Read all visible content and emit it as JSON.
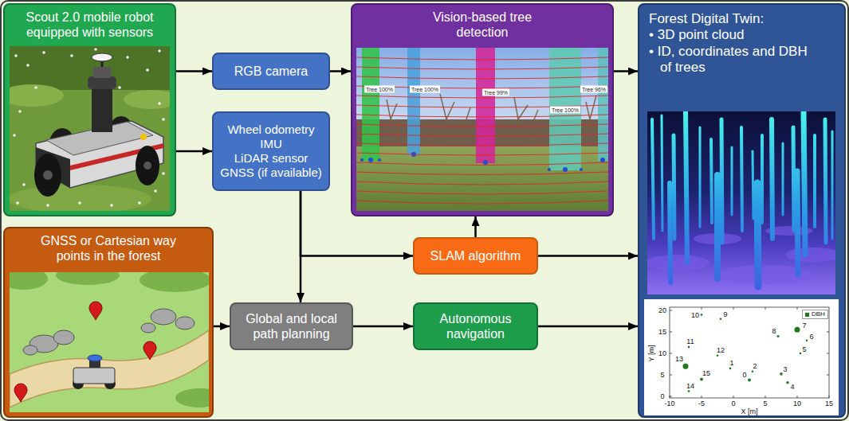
{
  "diagram": {
    "nodes": [
      {
        "text": [
          "Scout 2.0 mobile robot equipped with sensors"
        ]
      },
      {
        "text": [
          "RGB camera"
        ]
      },
      {
        "text": [
          "Vision-based tree detection"
        ]
      },
      {
        "text": [
          "Forest Digital Twin:",
          "• 3D point cloud",
          "• ID, coordinates and DBH of trees"
        ]
      },
      {
        "text": [
          "Wheel odometry",
          "IMU",
          "LiDAR sensor",
          "GNSS (if available)"
        ]
      },
      {
        "text": [
          "GNSS or Cartesian way points in the forest"
        ]
      },
      {
        "text": [
          "SLAM algorithm"
        ]
      },
      {
        "text": [
          "Global and local path planning"
        ]
      },
      {
        "text": [
          "Autonomous navigation"
        ]
      }
    ],
    "edges": [
      {
        "from": 0,
        "to": 1,
        "arrow": "to"
      },
      {
        "from": 0,
        "to": 4,
        "arrow": "to"
      },
      {
        "from": 1,
        "to": 2,
        "arrow": "to"
      },
      {
        "from": 2,
        "to": 3,
        "arrow": "to"
      },
      {
        "from": 4,
        "to": 6,
        "arrow": "to"
      },
      {
        "from": 4,
        "to": 7,
        "arrow": "to"
      },
      {
        "from": 5,
        "to": 7,
        "arrow": "to"
      },
      {
        "from": 6,
        "to": 2,
        "arrow": "to"
      },
      {
        "from": 6,
        "to": 3,
        "arrow": "to"
      },
      {
        "from": 7,
        "to": 8,
        "arrow": "to"
      },
      {
        "from": 8,
        "to": 3,
        "arrow": "to"
      }
    ],
    "labels": [
      "Tree 100%",
      "Tree 100%",
      "Tree 99%",
      "Tree 100%",
      "Tree 96%",
      "0",
      "1",
      "2",
      "3",
      "4",
      "5",
      "6",
      "7",
      "8",
      "9",
      "10",
      "11",
      "12",
      "13",
      "14",
      "15",
      "0",
      "5",
      "10",
      "15",
      "20",
      "-10",
      "-5",
      "0",
      "5",
      "10",
      "15",
      "Y [m]",
      "X [m]"
    ],
    "legend": [
      {
        "text": "DBH",
        "color": "#1f7a1f"
      }
    ]
  }
}
